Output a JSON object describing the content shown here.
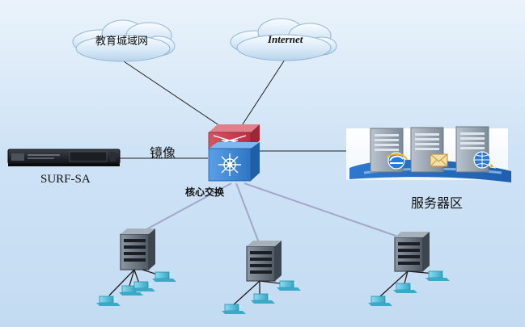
{
  "nodes": {
    "edu_network": "教育城域网",
    "internet": "Internet",
    "mirror": "镜像",
    "surf_sa": "SURF-SA",
    "core_switch": "核心交换",
    "server_zone": "服务器区"
  }
}
